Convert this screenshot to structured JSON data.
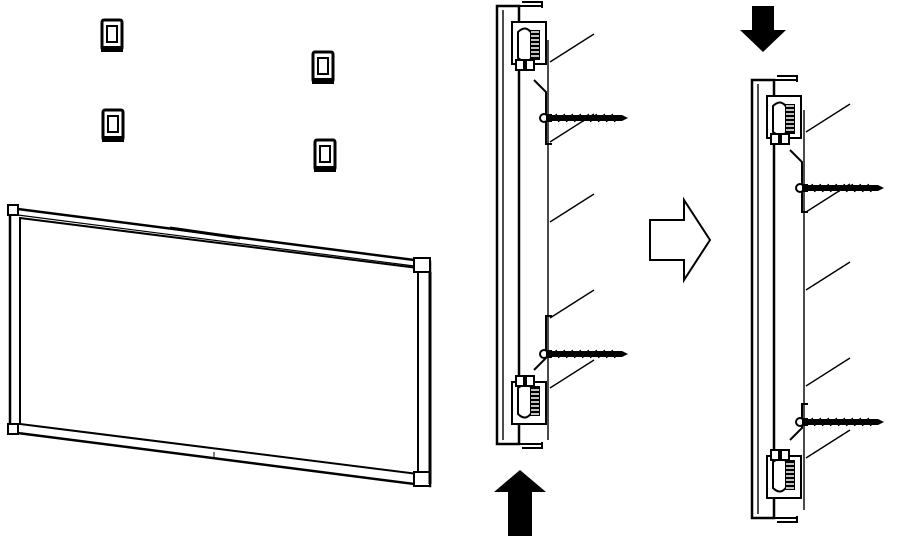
{
  "diagram": {
    "kind": "installation-illustration",
    "colors": {
      "line": "#000000",
      "background": "#ffffff"
    },
    "steps": [
      {
        "id": "mount",
        "brackets": 4,
        "screws": 2,
        "arrow": "up"
      },
      {
        "id": "lowered",
        "brackets": 4,
        "screws": 2,
        "arrow": "down"
      }
    ],
    "transition": {
      "icon": "hollow-right-arrow"
    }
  }
}
